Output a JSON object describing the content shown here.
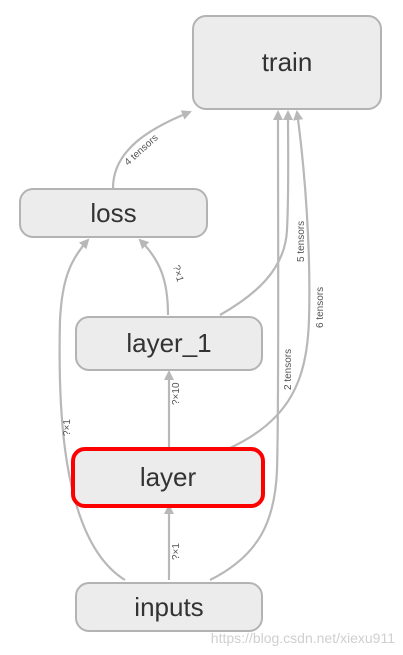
{
  "nodes": {
    "train": "train",
    "loss": "loss",
    "layer_1": "layer_1",
    "layer": "layer",
    "inputs": "inputs"
  },
  "selected_node": "layer",
  "edge_labels": {
    "loss_to_train": "4 tensors",
    "layer1_to_loss": "?×1",
    "layer_to_layer1": "?×10",
    "inputs_to_layer": "?×1",
    "inputs_to_loss": "?×1",
    "inputs_to_train": "2 tensors",
    "layer1_to_train": "5 tensors",
    "layer_to_train": "6 tensors"
  },
  "watermark": "https://blog.csdn.net/xiexu911",
  "colors": {
    "node_fill": "#ececec",
    "node_border": "#b3b3b3",
    "selected_border": "#ff0000",
    "edge": "#b8b8b8"
  }
}
